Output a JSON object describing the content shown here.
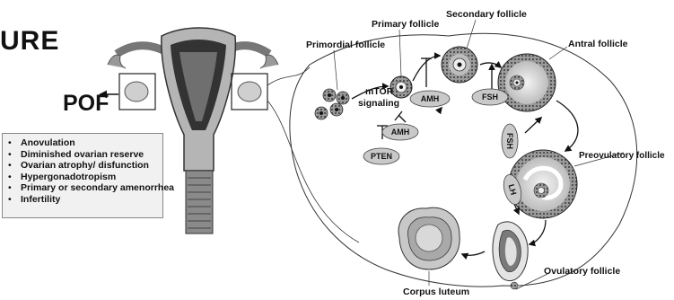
{
  "title_fragment": "URE",
  "pof_label": "POF",
  "symptoms": [
    "Anovulation",
    "Diminished ovarian reserve",
    "Ovarian atrophy/ disfunction",
    "Hypergonadotropism",
    "Primary or secondary amenorrhea",
    "Infertility"
  ],
  "stages": {
    "primordial": "Primordial follicle",
    "primary": "Primary follicle",
    "secondary": "Secondary follicle",
    "antral": "Antral follicle",
    "preovulatory": "Preovulatory follicle",
    "ovulatory": "Ovulatory follicle",
    "corpus_luteum": "Corpus luteum"
  },
  "mtor_label": "mTOR\nsignaling",
  "mtor_line1": "mTOR",
  "mtor_line2": "signaling",
  "factors": {
    "pten": "PTEN",
    "amh_1": "AMH",
    "amh_2": "AMH",
    "fsh_1": "FSH",
    "fsh_2": "FSH",
    "lh": "LH"
  },
  "colors": {
    "pill_fill": "#c9c9c9",
    "tissue_dark": "#2a2a2a",
    "tissue_mid": "#8a8a8a",
    "tissue_light": "#d8d8d8",
    "box_fill": "#f1f1f1"
  }
}
